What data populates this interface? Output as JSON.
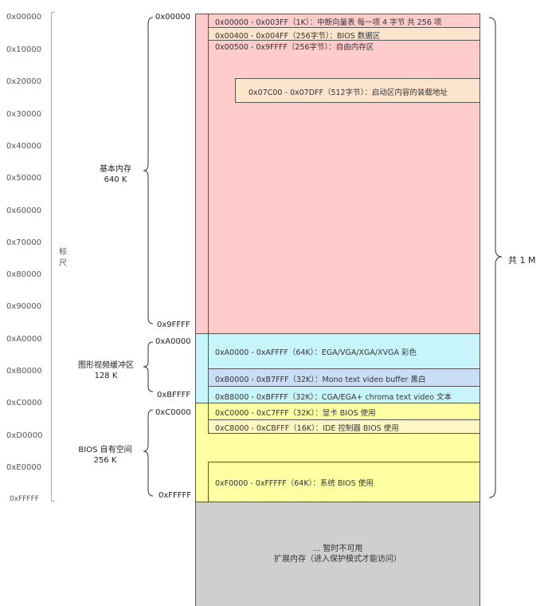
{
  "ruler": {
    "ticks": [
      "0x00000",
      "0x10000",
      "0x20000",
      "0x30000",
      "0x40000",
      "0x50000",
      "0x60000",
      "0x70000",
      "0x80000",
      "0x90000",
      "0xA0000",
      "0xB0000",
      "0xC0000",
      "0xD0000",
      "0xE0000",
      "0xFFFFF"
    ],
    "label_line1": "标",
    "label_line2": "尺"
  },
  "groups": {
    "base": {
      "name": "基本内存",
      "size": "640 K",
      "start": "0x00000",
      "end": "0x9FFFF"
    },
    "video": {
      "name": "图形视频缓冲区",
      "size": "128 K",
      "start": "0xA0000",
      "end": "0xBFFFF"
    },
    "bios": {
      "name": "BIOS 自有空间",
      "size": "256 K",
      "start": "0xC0000",
      "end": "0xFFFFF"
    }
  },
  "regions": {
    "ivt": "0x00000 - 0x003FF（1K）：中断向量表 每一项 4 字节 共 256 项",
    "bda": "0x00400 - 0x004FF（256字节）：BIOS 数据区",
    "free": "0x00500 - 0x9FFFF（256字节）：自由内存区",
    "boot": "0x07C00 - 0x07DFF（512字节）：启动区内容的装载地址",
    "ega": "0xA0000 - 0xAFFFF（64K）：EGA/VGA/XGA/XVGA 彩色",
    "mono": "0xB0000 - 0xB7FFF（32K）：Mono text video buffer 黑白",
    "cga": "0xB8000 - 0xBFFFF（32K）：CGA/EGA+ chroma text video 文本",
    "vbios": "0xC0000 - 0xC7FFF（32K）：显卡 BIOS 使用",
    "ide": "0xC8000 - 0xCBFFF（16K）：IDE 控制器 BIOS 使用",
    "sysbios": "0xF0000 - 0xFFFFF（64K）：系统 BIOS 使用"
  },
  "total": "共 1 M",
  "extension": {
    "line1": "... 暂时不可用",
    "line2": "扩展内存（进入保护模式才能访问）"
  },
  "colors": {
    "base": "#fdcccb",
    "inner_peach": "#fde4cd",
    "video": "#c8f5fb",
    "mono": "#c9ddf6",
    "bios": "#fefea3",
    "bios_inner": "#fff6c3",
    "extension": "#cfcfcf"
  }
}
